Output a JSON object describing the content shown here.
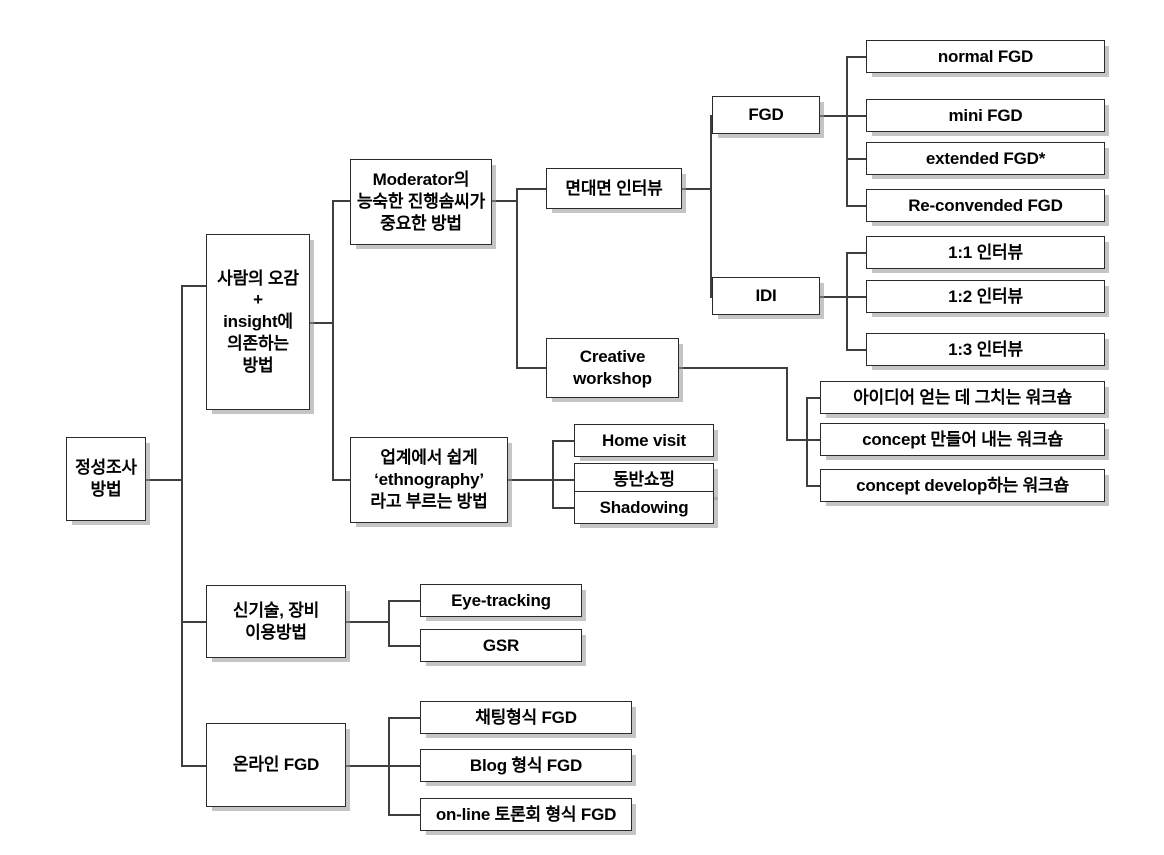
{
  "diagram": {
    "title": "정성조사 방법 분류 체계도",
    "type": "tree-diagram",
    "orientation": "left-to-right",
    "colors": {
      "box_border": "#2b2b2b",
      "box_fill": "#ffffff",
      "line": "#3f3f3f",
      "shadow": "#969696",
      "text": "#000000"
    },
    "nodes": {
      "root": "정성조사\n방법",
      "insight_method": "사람의 오감\n+\ninsight에\n의존하는\n방법",
      "moderator_method": "Moderator의\n능숙한 진행솜씨가\n중요한 방법",
      "ethnography_method": "업계에서 쉽게\n‘ethnography’\n라고 부르는 방법",
      "tech_method": "신기술, 장비\n이용방법",
      "online_fgd": "온라인 FGD",
      "face_to_face": "면대면 인터뷰",
      "creative_workshop": "Creative\nworkshop",
      "fgd": "FGD",
      "idi": "IDI",
      "fgd_children": [
        "normal FGD",
        "mini FGD",
        "extended FGD*",
        "Re-convended FGD"
      ],
      "idi_children": [
        "1:1 인터뷰",
        "1:2 인터뷰",
        "1:3 인터뷰"
      ],
      "workshop_children": [
        "아이디어 얻는 데 그치는 워크숍",
        "concept 만들어 내는 워크숍",
        "concept develop하는 워크숍"
      ],
      "ethnography_children": [
        "Home visit",
        "동반쇼핑",
        "Shadowing"
      ],
      "tech_children": [
        "Eye-tracking",
        "GSR"
      ],
      "online_children": [
        "채팅형식 FGD",
        "Blog 형식 FGD",
        "on-line 토론회 형식 FGD"
      ]
    }
  }
}
